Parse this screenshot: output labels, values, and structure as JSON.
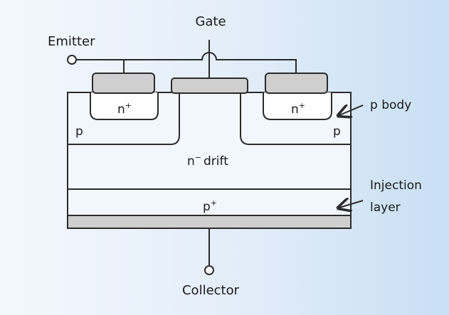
{
  "labels": {
    "gate": "Gate",
    "emitter": "Emitter",
    "collector": "Collector",
    "n_plus_left": "n",
    "n_plus_right": "n",
    "plus_sup": "+",
    "p_left": "p",
    "p_right": "p",
    "p_body": "p body",
    "n_drift": "n",
    "minus_sup": "−",
    "drift_word": "drift",
    "p_plus": "p",
    "injection_line1": "Injection",
    "injection_line2": "layer"
  },
  "colors": {
    "line": "#2b2b2b",
    "metal_fill": "#cfcfcf",
    "device_fill": "#f0f6fd",
    "collector_metal": "#cfcfcf"
  }
}
